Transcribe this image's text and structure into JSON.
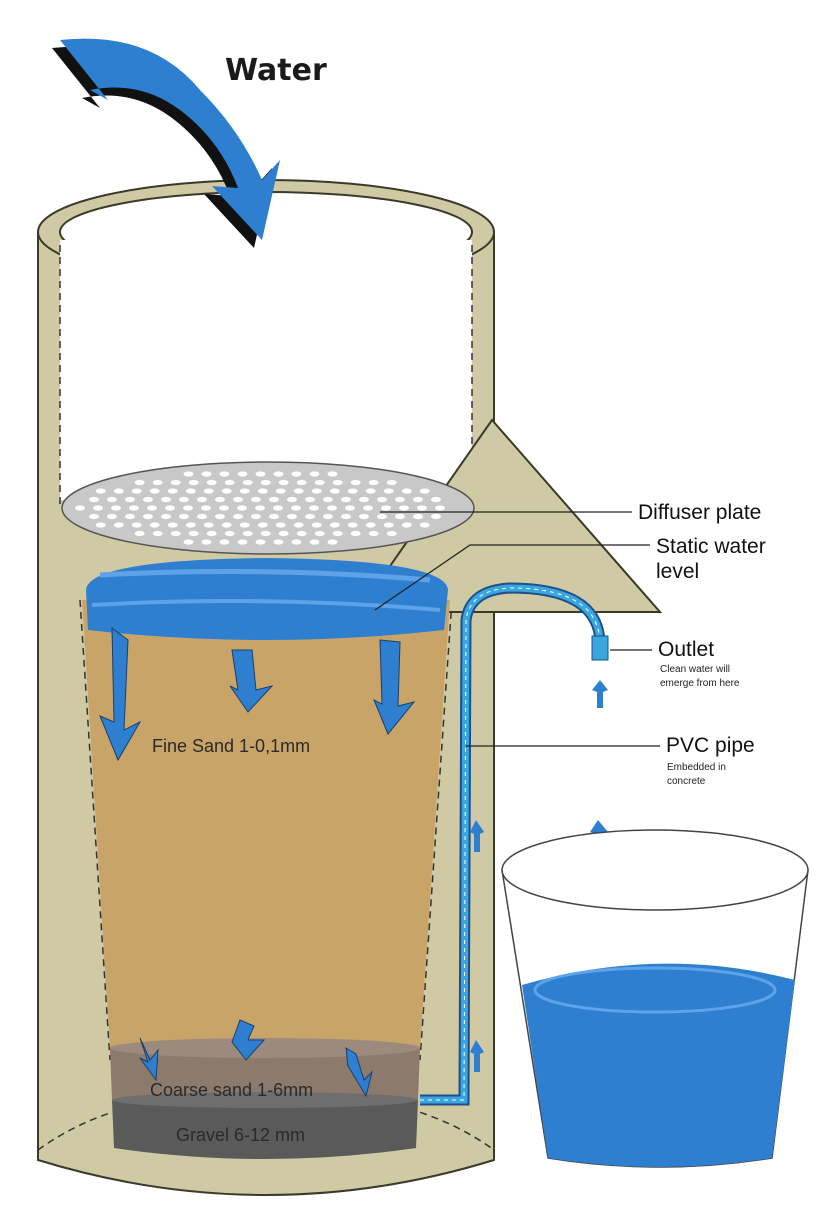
{
  "diagram": {
    "title": "Water",
    "labels": {
      "diffuser": "Diffuser plate",
      "static_line1": "Static water",
      "static_line2": "level",
      "outlet": "Outlet",
      "outlet_note_line1": "Clean water will",
      "outlet_note_line2": "emerge from here",
      "pvc": "PVC pipe",
      "pvc_note_line1": "Embedded in",
      "pvc_note_line2": "concrete"
    },
    "layers": {
      "fine_sand": "Fine Sand 1-0,1mm",
      "coarse_sand": "Coarse sand 1-6mm",
      "gravel": "Gravel 6-12 mm"
    },
    "colors": {
      "concrete": "#cfc9a4",
      "sand": "#c9a468",
      "coarse_sand": "#8c7a6c",
      "gravel": "#5a5a5a",
      "water": "#2f7fd1",
      "diffuser": "#c8c8c8"
    }
  }
}
